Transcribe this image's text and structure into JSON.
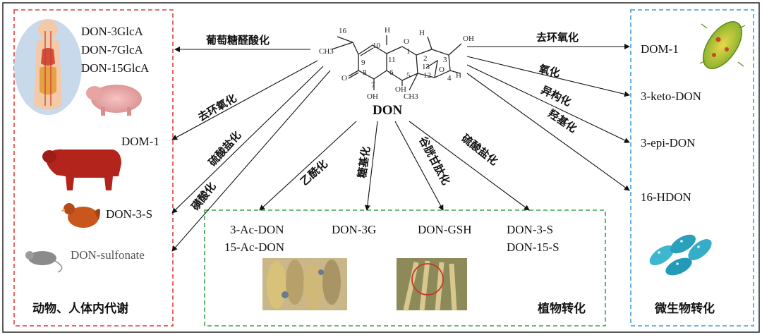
{
  "center": {
    "title": "DON"
  },
  "molecule": {
    "atoms": [
      "16",
      "CH3",
      "10",
      "O",
      "1",
      "H",
      "OH",
      "2",
      "3",
      "9",
      "11",
      "12",
      "13",
      "O",
      "8",
      "6",
      "5",
      "4",
      "H",
      "O",
      "7",
      "OH",
      "OH",
      "CH3",
      "H"
    ]
  },
  "panels": {
    "animal": {
      "title": "动物、人体内代谢",
      "products": [
        "DON-3GlcA",
        "DON-7GlcA",
        "DON-15GlcA",
        "DOM-1",
        "DON-3-S",
        "DON-sulfonate"
      ],
      "reactions": [
        "葡萄糖醛酸化",
        "去环氧化",
        "硫酸盐化",
        "磺酸化"
      ]
    },
    "plant": {
      "title": "植物转化",
      "products": [
        "3-Ac-DON",
        "15-Ac-DON",
        "DON-3G",
        "DON-GSH",
        "DON-3-S",
        "DON-15-S"
      ],
      "reactions": [
        "乙酰化",
        "糖基化",
        "谷胱甘肽化",
        "硫酸盐化"
      ]
    },
    "microbe": {
      "title": "微生物转化",
      "products": [
        "DOM-1",
        "3-keto-DON",
        "3-epi-DON",
        "16-HDON"
      ],
      "reactions": [
        "去环氧化",
        "氧化",
        "异构化",
        "羟基化"
      ]
    }
  },
  "colors": {
    "animal_border": "#e0403a",
    "plant_border": "#3aa64a",
    "microbe_border": "#3a9ee0"
  }
}
